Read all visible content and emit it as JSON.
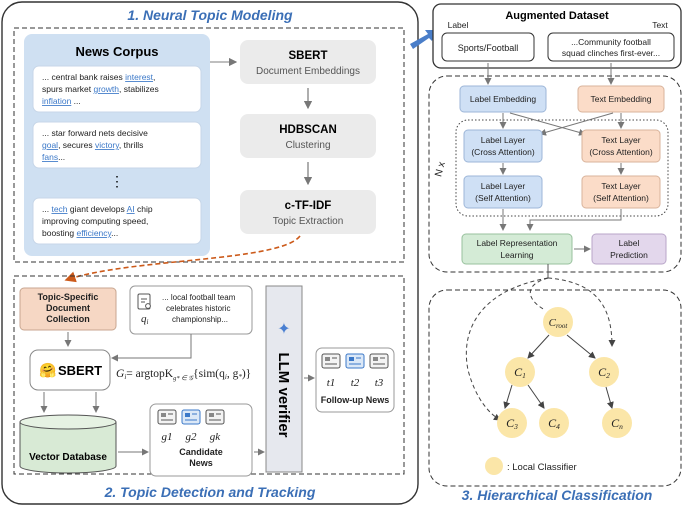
{
  "section1": {
    "title": "1. Neural Topic Modeling",
    "corpus_title": "News Corpus",
    "snippets": [
      {
        "line1_a": "... central bank raises ",
        "line1_link": "interest",
        "line1_b": ",",
        "line2_a": "spurs market ",
        "line2_link": "growth",
        "line2_b": ", stabilizes",
        "line3_link": "inflation",
        "line3_b": " ..."
      },
      {
        "line1_a": "... star forward nets decisive",
        "line2_link": "goal",
        "line2_b": ", secures ",
        "line2_link2": "victory",
        "line2_c": ", thrills",
        "line3_link": "fans",
        "line3_b": "..."
      },
      {
        "line1_a": "... ",
        "line1_link": "tech",
        "line1_b": " giant develops ",
        "line1_link2": "AI",
        "line1_c": " chip",
        "line2_a": "improving computing speed,",
        "line3_a": "boosting ",
        "line3_link": "efficiency",
        "line3_b": "..."
      }
    ],
    "dots": "⋮",
    "sbert_title": "SBERT",
    "sbert_sub": "Document Embeddings",
    "hdbscan_title": "HDBSCAN",
    "hdbscan_sub": "Clustering",
    "ctfidf_title": "c-TF-IDF",
    "ctfidf_sub": "Topic Extraction"
  },
  "section2": {
    "title": "2. Topic Detection and Tracking",
    "collection_l1": "Topic-Specific",
    "collection_l2": "Document",
    "collection_l3": "Collection",
    "query_l1": "... local football team",
    "query_l2": "celebrates historic",
    "query_l3": "championship...",
    "query_var": "q",
    "query_sub": "i",
    "sbert": "SBERT",
    "sbert_emoji": "🤗",
    "formula_lhs": "G",
    "formula_lhs_sub": "i",
    "formula_eq": "= argtopK",
    "formula_sub": "g* ∈ 𝒢",
    "formula_rhs": "{sim(q",
    "formula_rhs_sub": "i",
    "formula_rhs_b": ", g",
    "formula_rhs_sub2": "*",
    "formula_rhs_c": ")}",
    "vector_db": "Vector Database",
    "candidate_l1": "Candidate",
    "candidate_l2": "News",
    "cand_items": [
      "g1",
      "g2",
      "gk"
    ],
    "llm": "LLM verifier",
    "followup": "Follow-up News",
    "follow_items": [
      "t1",
      "t2",
      "t3"
    ]
  },
  "section3": {
    "title": "3. Hierarchical Classification",
    "dataset_title": "Augmented Dataset",
    "label_head": "Label",
    "text_head": "Text",
    "label_value": "Sports/Football",
    "text_value_l1": "...Community football",
    "text_value_l2": "squad clinches first-ever...",
    "label_embedding": "Label Embedding",
    "text_embedding": "Text Embedding",
    "label_layer_ca_l1": "Label Layer",
    "label_layer_ca_l2": "(Cross Attention)",
    "text_layer_ca_l1": "Text Layer",
    "text_layer_ca_l2": "(Cross Attention)",
    "label_layer_sa_l1": "Label Layer",
    "label_layer_sa_l2": "(Self Attention)",
    "text_layer_sa_l1": "Text Layer",
    "text_layer_sa_l2": "(Self Attention)",
    "nx": "N x",
    "repr_l1": "Label Representation",
    "repr_l2": "Learning",
    "pred_l1": "Label",
    "pred_l2": "Prediction",
    "root": "C",
    "root_sub": "root",
    "nodes": [
      {
        "name": "C",
        "sub": "1"
      },
      {
        "name": "C",
        "sub": "2"
      },
      {
        "name": "C",
        "sub": "3"
      },
      {
        "name": "C",
        "sub": "4"
      },
      {
        "name": "C",
        "sub": "n"
      }
    ],
    "local_classifier": ": Local Classifier"
  },
  "colors": {
    "accent_blue": "#3b6fb6",
    "corpus_bg": "#cfe0f2",
    "label_blue": "#cfe0f5",
    "text_orange": "#fbdcc8",
    "repr_green": "#d4ebd6",
    "pred_purple": "#e3d7ec",
    "node_yellow": "#fbe6a8",
    "dashed_orange": "#cc5a1a"
  }
}
